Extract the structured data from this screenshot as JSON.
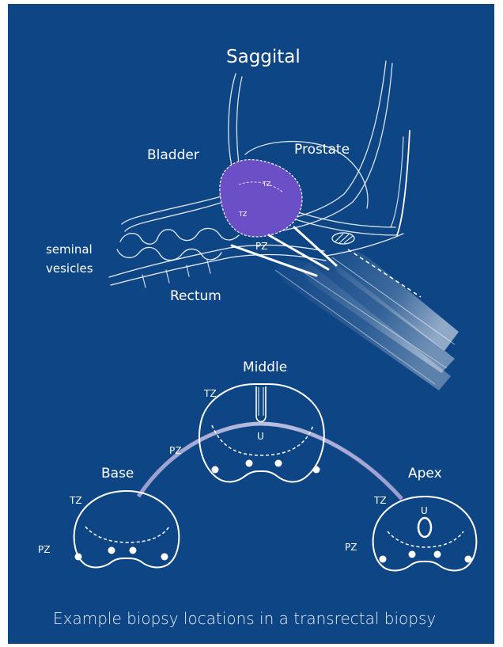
{
  "title": "Saggital",
  "sagittal_labels": {
    "bladder": "Bladder",
    "prostate": "Prostate",
    "seminal_line1": "seminal",
    "seminal_line2": "vesicles",
    "rectum": "Rectum",
    "pz": "PZ",
    "tz1": "TZ",
    "tz2": "TZ"
  },
  "sections": {
    "middle": {
      "title": "Middle",
      "tz": "TZ",
      "pz": "PZ",
      "u": "U"
    },
    "base": {
      "title": "Base",
      "tz": "TZ",
      "pz": "PZ"
    },
    "apex": {
      "title": "Apex",
      "tz": "TZ",
      "pz": "PZ",
      "u": "U"
    }
  },
  "caption": "Example biopsy locations in a transrectal biopsy",
  "colors": {
    "background": "#0e4585",
    "prostate_fill": "#6a4fc6",
    "lines": "#ffffff"
  }
}
